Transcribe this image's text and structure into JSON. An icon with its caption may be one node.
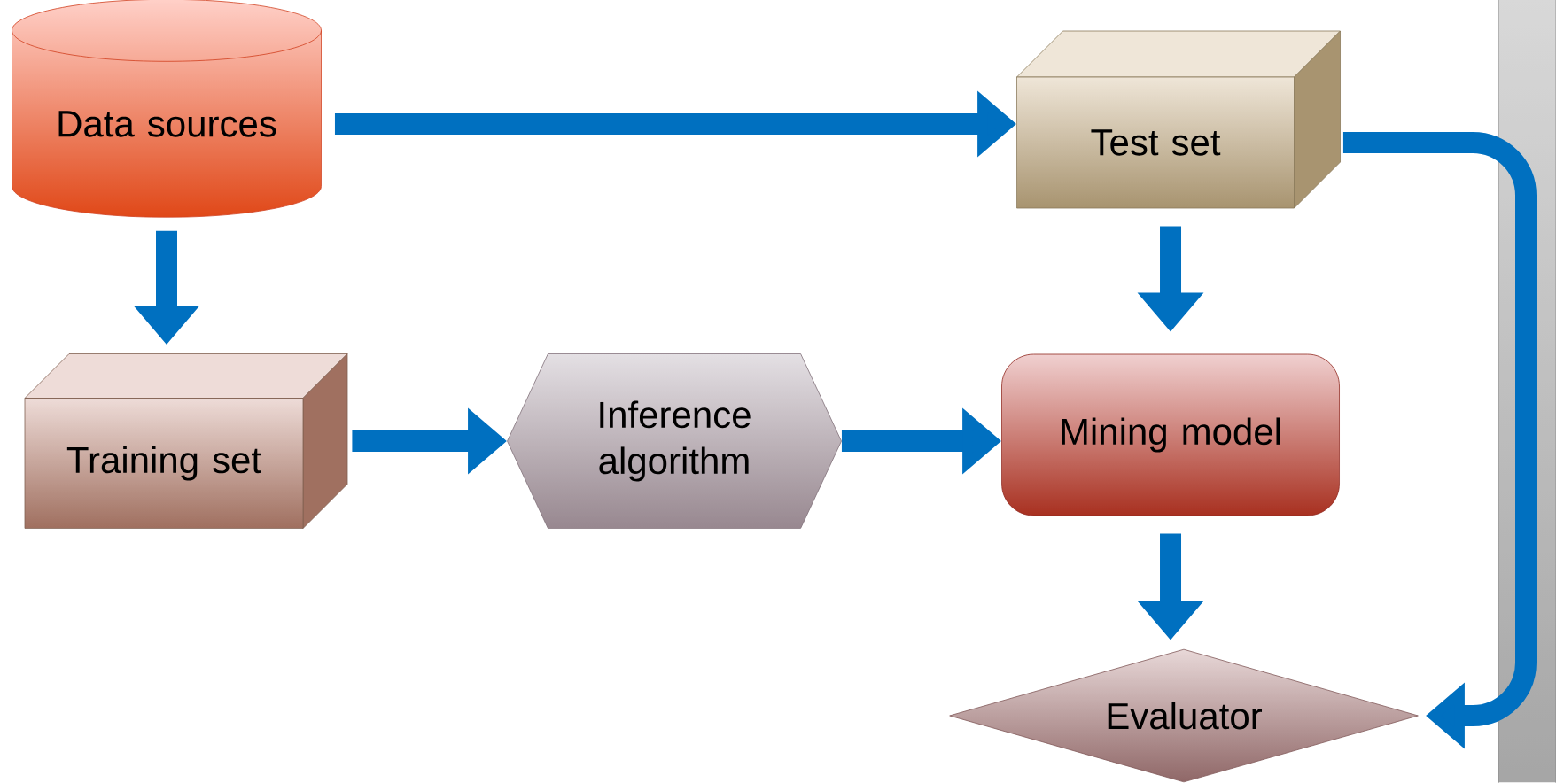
{
  "diagram": {
    "nodes": [
      {
        "text": [
          "Data sources"
        ]
      },
      {
        "text": [
          "Test set"
        ]
      },
      {
        "text": [
          "Training set"
        ]
      },
      {
        "text": [
          "Inference algorithm"
        ]
      },
      {
        "text": [
          "Mining model"
        ]
      },
      {
        "text": [
          "Evaluator"
        ]
      }
    ],
    "edges": [
      {
        "from": 0,
        "to": 1,
        "arrow": "to"
      },
      {
        "from": 0,
        "to": 2,
        "arrow": "to"
      },
      {
        "from": 2,
        "to": 3,
        "arrow": "to"
      },
      {
        "from": 3,
        "to": 4,
        "arrow": "to"
      },
      {
        "from": 1,
        "to": 4,
        "arrow": "to"
      },
      {
        "from": 4,
        "to": 5,
        "arrow": "to"
      },
      {
        "from": 1,
        "to": 5,
        "arrow": "to"
      }
    ]
  }
}
